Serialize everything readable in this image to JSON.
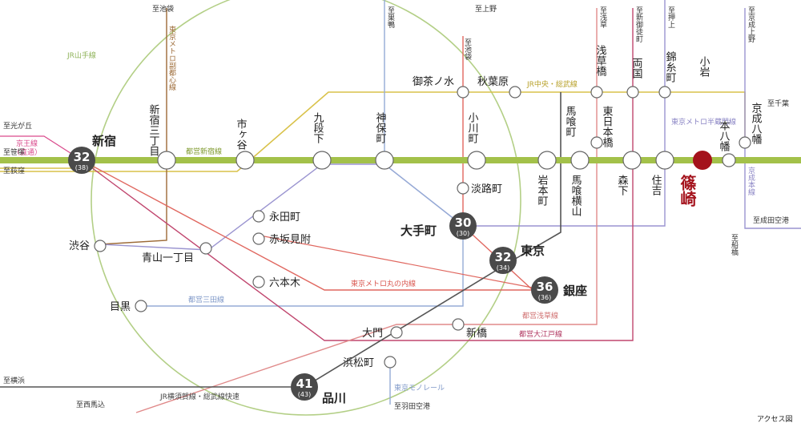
{
  "stations": {
    "shinjuku": "新宿",
    "shinjuku_sanchome": "新宿三丁目",
    "ichigaya": "市ヶ谷",
    "kudanshita": "九段下",
    "jimbocho": "神保町",
    "ogawamachi": "小川町",
    "iwamotocho": "岩本町",
    "bakurocho": "馬喰町",
    "bakuro_yokoyama": "馬喰横山",
    "higashi_nihombashi": "東日本橋",
    "morishita": "森下",
    "sumiyoshi": "住吉",
    "shinozaki": "篠崎",
    "motoyawata": "本八幡",
    "keisei_yawata": "京成八幡",
    "ochanomizu": "御茶ノ水",
    "akihabara": "秋葉原",
    "asakusabashi": "浅草橋",
    "ryogoku": "両国",
    "kinshicho": "錦糸町",
    "koiwa": "小岩",
    "awajicho": "淡路町",
    "otemachi": "大手町",
    "tokyo": "東京",
    "ginza": "銀座",
    "nagatacho": "永田町",
    "akasaka_mitsuke": "赤坂見附",
    "aoyama_itchome": "青山一丁目",
    "roppongi": "六本木",
    "shibuya": "渋谷",
    "meguro": "目黒",
    "daimon": "大門",
    "shimbashi": "新橋",
    "hamamatsucho": "浜松町",
    "shinagawa": "品川"
  },
  "times": {
    "shinjuku": {
      "main": "32",
      "alt": "(38)"
    },
    "otemachi": {
      "main": "30",
      "alt": "(30)"
    },
    "tokyo": {
      "main": "32",
      "alt": "(34)"
    },
    "ginza": {
      "main": "36",
      "alt": "(36)"
    },
    "shinagawa": {
      "main": "41",
      "alt": "(43)"
    }
  },
  "lines": {
    "jr_yamanote": "JR山手線",
    "toei_shinjuku": "都営新宿線",
    "jr_chuo_sobu": "JR中央・総武線",
    "metro_fukutoshin": "東京メトロ副都心線",
    "metro_hanzomon": "東京メトロ半蔵門線",
    "keisei_main": "京成本線",
    "metro_marunouchi": "東京メトロ丸の内線",
    "toei_mita": "都営三田線",
    "toei_asakusa": "都営浅草線",
    "toei_oedo": "都営大江戸線",
    "jr_yokosuka": "JR横須賀線・総武線快速",
    "tokyo_monorail": "東京モノレール",
    "keio": "京王線",
    "keio_through": "（直通）"
  },
  "termini": {
    "ikebukuro_top": "至池袋",
    "sugamo": "至巣鴨",
    "ueno": "至上野",
    "ikebukuro_mid": "至池袋",
    "asakusa": "至浅草",
    "shin_okachimachi": "至新御徒町",
    "oshiage": "至押上",
    "keisei_ueno": "至京成上野",
    "chiba": "至千葉",
    "narita": "至成田空港",
    "funabashi": "至船橋",
    "hikarigaoka": "至光が丘",
    "sasazuka": "至笹塚",
    "ogikubo": "至荻窪",
    "yokohama": "至横浜",
    "nishimagome": "至西馬込",
    "haneda": "至羽田空港"
  },
  "caption": "アクセス図",
  "colors": {
    "toei_shinjuku": "#a3c14a",
    "yamanote": "#b3cf86",
    "chuo_sobu": "#d9c24a",
    "fukutoshin": "#9c6a36",
    "hanzomon": "#9a94d0",
    "marunouchi": "#e0675f",
    "mita": "#95abd6",
    "asakusa": "#e08a8a",
    "oedo": "#c0466e",
    "yokosuka": "#555555",
    "keio": "#d94a8c",
    "shinozaki_marker": "#a4121c",
    "highlight_text": "#a4121c"
  }
}
